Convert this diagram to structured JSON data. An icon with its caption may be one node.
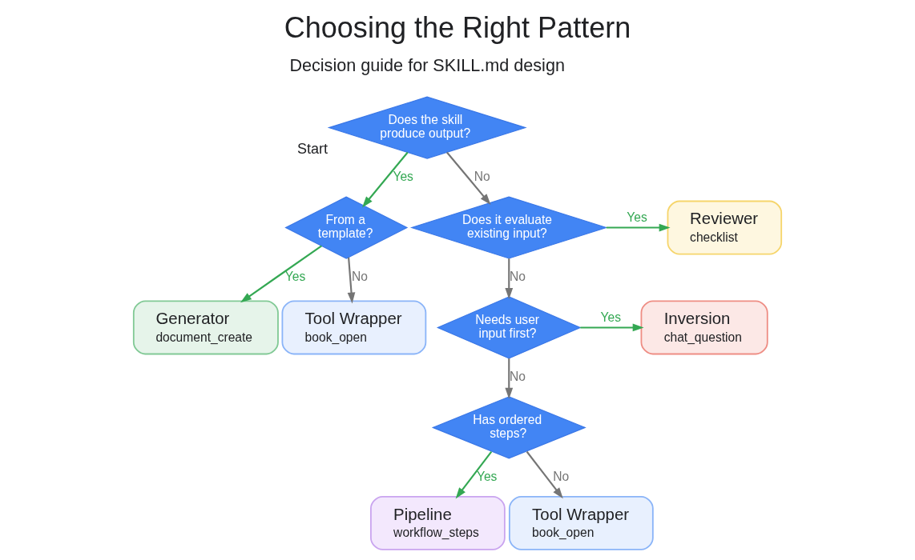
{
  "diagram": {
    "title": "Choosing the Right Pattern",
    "nodes": [
      {
        "text": [
          "Does the skill produce output?"
        ],
        "beside": [
          "Start"
        ]
      },
      {
        "text": [
          "From a template?"
        ]
      },
      {
        "text": [
          "Does it evaluate existing input?"
        ]
      },
      {
        "text": [
          "Reviewer",
          "checklist"
        ]
      },
      {
        "text": [
          "Generator",
          "document_create"
        ]
      },
      {
        "text": [
          "Tool Wrapper",
          "book_open"
        ]
      },
      {
        "text": [
          "Needs user input first?"
        ]
      },
      {
        "text": [
          "Inversion",
          "chat_question"
        ]
      },
      {
        "text": [
          "Has ordered steps?"
        ]
      },
      {
        "text": [
          "Pipeline",
          "workflow_steps"
        ]
      },
      {
        "text": [
          "Tool Wrapper",
          "book_open"
        ]
      }
    ],
    "edges": [
      {
        "from": 0,
        "to": 1,
        "arrow": "to",
        "label": "Yes",
        "color": "#34a853"
      },
      {
        "from": 0,
        "to": 2,
        "arrow": "to",
        "label": "No",
        "color": "#757575"
      },
      {
        "from": 1,
        "to": 4,
        "arrow": "to",
        "label": "Yes",
        "color": "#34a853"
      },
      {
        "from": 1,
        "to": 5,
        "arrow": "to",
        "label": "No",
        "color": "#757575"
      },
      {
        "from": 2,
        "to": 3,
        "arrow": "to",
        "label": "Yes",
        "color": "#34a853"
      },
      {
        "from": 2,
        "to": 6,
        "arrow": "to",
        "label": "No",
        "color": "#757575"
      },
      {
        "from": 6,
        "to": 7,
        "arrow": "to",
        "label": "Yes",
        "color": "#34a853"
      },
      {
        "from": 6,
        "to": 8,
        "arrow": "to",
        "label": "No",
        "color": "#757575"
      },
      {
        "from": 8,
        "to": 9,
        "arrow": "to",
        "label": "Yes",
        "color": "#34a853"
      },
      {
        "from": 8,
        "to": 10,
        "arrow": "to",
        "label": "No",
        "color": "#757575"
      }
    ],
    "labels": [
      "Decision guide for SKILL.md design"
    ]
  }
}
